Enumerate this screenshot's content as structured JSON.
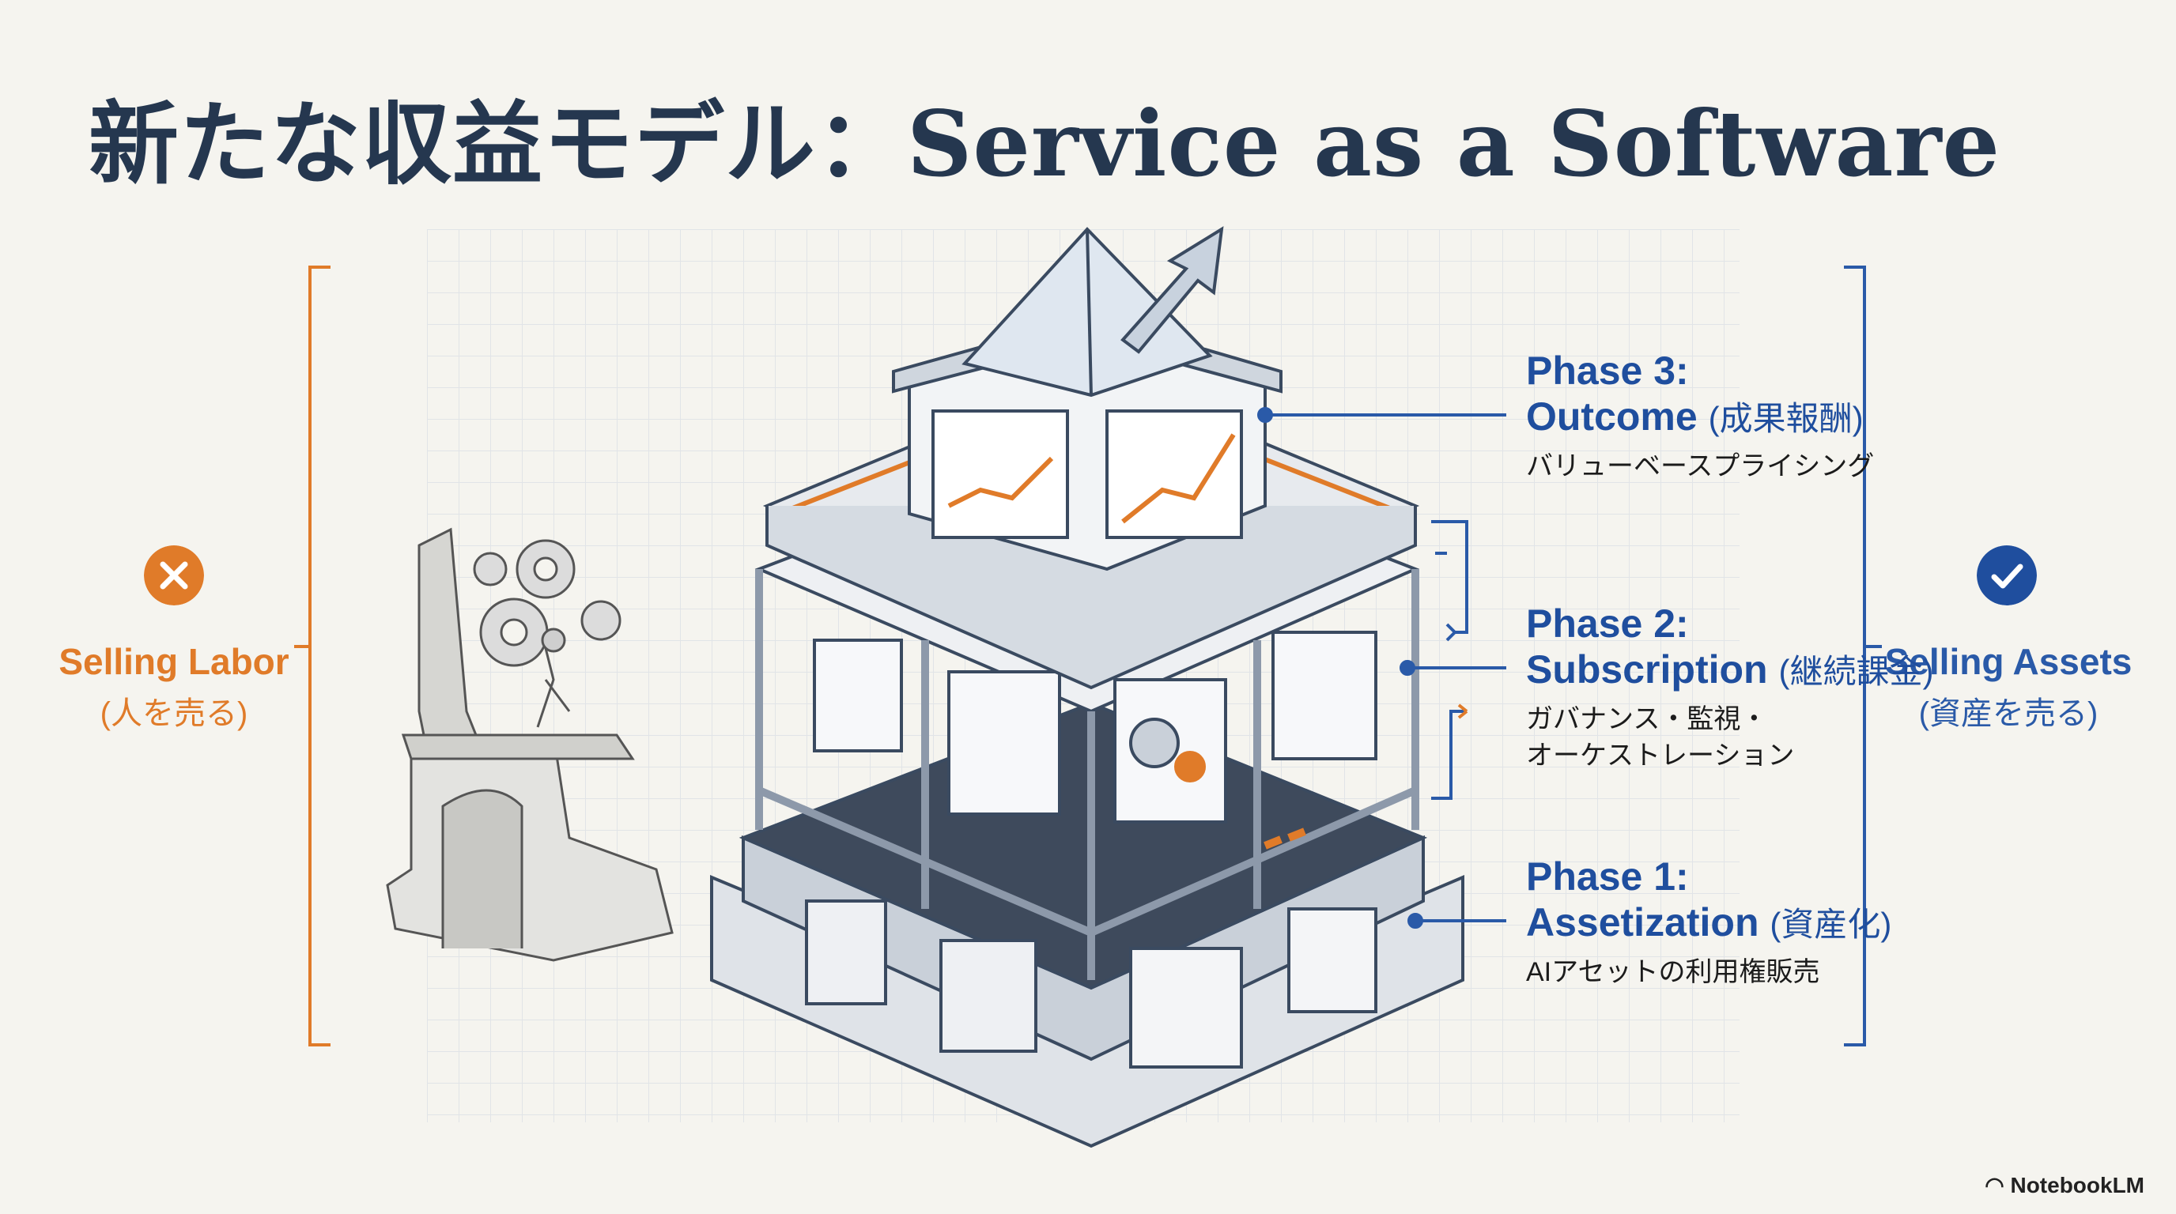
{
  "title": "新たな収益モデル：Service as a Software",
  "left": {
    "label": "Selling Labor",
    "sub": "(人を売る)",
    "icon": "x-icon",
    "color": "#e07b29"
  },
  "right": {
    "label": "Selling Assets",
    "sub": "(資産を売る)",
    "icon": "check-icon",
    "color": "#2a5aa8"
  },
  "phases": [
    {
      "title": "Phase 3:",
      "name": "Outcome",
      "jp": "(成果報酬)",
      "desc": "バリューベースプライシング"
    },
    {
      "title": "Phase 2:",
      "name": "Subscription",
      "jp": "(継続課金)",
      "desc": "ガバナンス・監視・",
      "desc2": "オーケストレーション"
    },
    {
      "title": "Phase 1:",
      "name": "Assetization",
      "jp": "(資産化)",
      "desc": "AIアセットの利用権販売"
    }
  ],
  "credit": "NotebookLM"
}
